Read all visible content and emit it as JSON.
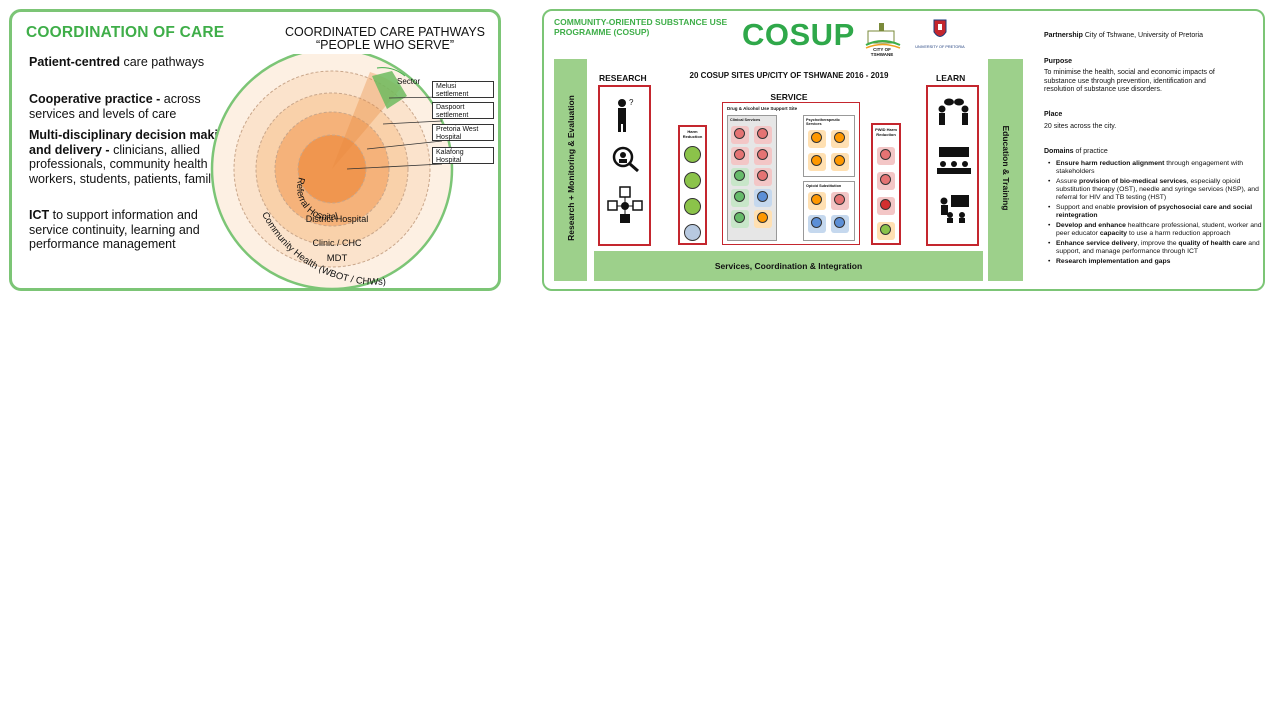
{
  "left": {
    "title": "COORDINATION OF CARE",
    "pathways_title_1": "COORDINATED CARE PATHWAYS",
    "pathways_title_2": "“PEOPLE WHO SERVE”",
    "bullets": [
      {
        "bold": "Patient-centred",
        "text": " care pathways"
      },
      {
        "bold": "Cooperative practice -",
        "text": " across services and levels of care"
      },
      {
        "bold": "Multi-disciplinary decision making and delivery -",
        "text": " clinicians, allied professionals, community health workers, students, patients, families"
      },
      {
        "bold": "ICT",
        "text": " to support information and service continuity, learning and performance management"
      }
    ],
    "rings": {
      "referral": "Referral Hospital",
      "district": "District Hospital",
      "clinic": "Clinic / CHC",
      "mdt": "MDT",
      "community": "Community Health (WBOT / CHWs)"
    },
    "sector_label": "Sector",
    "callouts": [
      {
        "line1": "Melusi",
        "line2": "settlement"
      },
      {
        "line1": "Daspoort",
        "line2": "settlement"
      },
      {
        "line1": "Pretoria West",
        "line2": "Hospital"
      },
      {
        "line1": "Kalafong",
        "line2": "Hospital"
      }
    ],
    "colors": {
      "border": "#7cc576",
      "title": "#3fae49",
      "core": "#f0964f",
      "mid": "#f7c08f",
      "outer": "#fbe3cc",
      "sector": "#6dbb5f"
    }
  },
  "right": {
    "header": "COMMUNITY-ORIENTED SUBSTANCE USE PROGRAMME (COSUP)",
    "logo": "COSUP",
    "partner_logo_1": "CITY OF TSHWANE",
    "partner_logo_2": "UNIVERSITY OF PRETORIA",
    "left_bar": "Research + Monitoring & Evaluation",
    "right_bar": "Education & Training",
    "bottom_bar": "Services, Coordination & Integration",
    "research": "RESEARCH",
    "learn": "LEARN",
    "sites_title": "20 COSUP SITES UP/CITY OF TSHWANE 2016 - 2019",
    "service": "SERVICE",
    "harm_reduction": "Harm Reduction",
    "drug_site": "Drug & Alcohol Use Support Site",
    "clinical": "Clinical Services",
    "psycho": "Psychotherapeutic Services",
    "opioid": "Opioid Substitution",
    "pwid": "PWID Harm Reduction",
    "partnership_label": "Partnership",
    "partnership_text": "City of Tshwane, University of Pretoria",
    "purpose_label": "Purpose",
    "purpose_text": "To minimise the health, social and economic impacts of substance use through prevention, identification and resolution of substance use disorders.",
    "place_label": "Place",
    "place_text": "20 sites across the city.",
    "domains_label": "Domains",
    "domains_suffix": " of practice",
    "domains": [
      {
        "b1": "Ensure harm reduction alignment",
        "t1": " through engagement with stakeholders"
      },
      {
        "t0": "Assure ",
        "b1": "provision of bio-medical services",
        "t1": ", especially opioid substitution therapy (OST), needle and syringe services (NSP), and referral for HIV and TB testing (HST)"
      },
      {
        "t0": "Support and enable ",
        "b1": "provision of psychosocial care and social reintegration"
      },
      {
        "b1": "Develop and enhance",
        "t1": " healthcare professional, student, worker and peer educator ",
        "b2": "capacity",
        "t2": " to use a harm reduction approach"
      },
      {
        "b1": "Enhance service delivery",
        "t1": ", improve the ",
        "b2": "quality of health care",
        "t2": " and support, and manage performance through ICT"
      },
      {
        "b1": "Research implementation and gaps"
      }
    ],
    "colors": {
      "accent": "#2fa84a",
      "bar": "#9dd08b",
      "red": "#c4262e"
    }
  }
}
